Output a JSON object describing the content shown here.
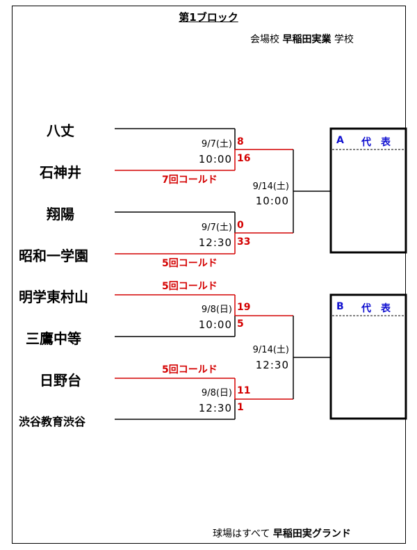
{
  "header": {
    "title": "第1ブロック",
    "venue_prefix": "会場校",
    "venue_name": "早稲田実業",
    "venue_suffix": "学校"
  },
  "teams": [
    "八丈",
    "石神井",
    "翔陽",
    "昭和一学園",
    "明学東村山",
    "三鷹中等",
    "日野台",
    "渋谷教育渋谷"
  ],
  "round1": [
    {
      "date": "9/7(土)",
      "time": "10:00",
      "score_top": "8",
      "score_bottom": "16",
      "note": "7回コールド"
    },
    {
      "date": "9/7(土)",
      "time": "12:30",
      "score_top": "0",
      "score_bottom": "33",
      "note": "5回コールド"
    },
    {
      "date": "9/8(日)",
      "time": "10:00",
      "score_top": "19",
      "score_bottom": "5",
      "note": "5回コールド"
    },
    {
      "date": "9/8(日)",
      "time": "12:30",
      "score_top": "11",
      "score_bottom": "1",
      "note": "5回コールド"
    }
  ],
  "round2": [
    {
      "date": "9/14(土)",
      "time": "10:00"
    },
    {
      "date": "9/14(土)",
      "time": "12:30"
    }
  ],
  "representatives": [
    {
      "letter": "A",
      "label": "代　表"
    },
    {
      "letter": "B",
      "label": "代　表"
    }
  ],
  "footer": {
    "prefix": "球場はすべて",
    "ground": "早稲田実グランド"
  },
  "colors": {
    "win_line": "#d40000",
    "lose_line": "#000000",
    "rep_label": "#1010d0"
  }
}
